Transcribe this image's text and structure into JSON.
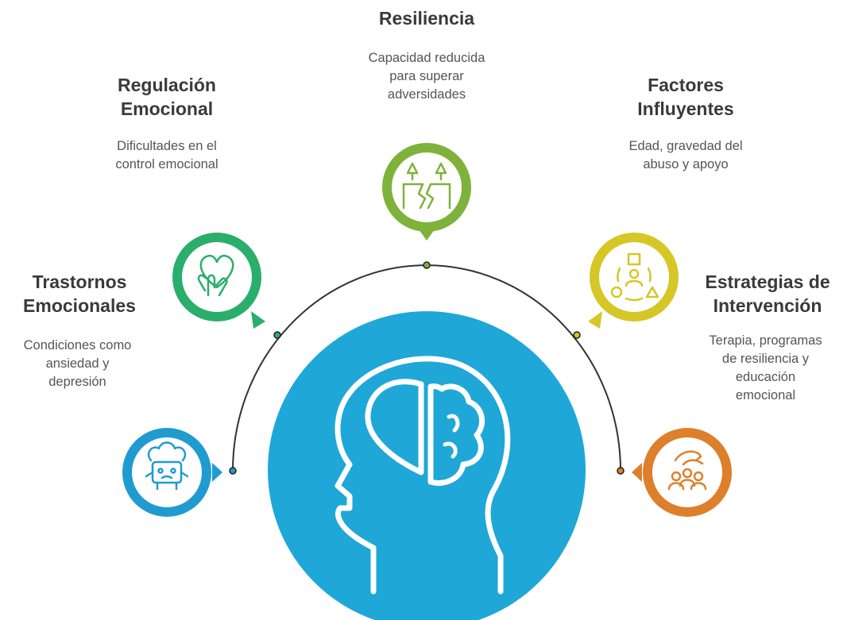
{
  "center": {
    "icon": "head-with-brain-icon",
    "color": "#1fa7d8"
  },
  "arc_color": "#333333",
  "items": [
    {
      "id": "trastornos",
      "title": [
        "Trastornos",
        "Emocionales"
      ],
      "description": [
        "Condiciones como",
        "ansiedad y",
        "depresión"
      ],
      "icon": "distressed-character-icon",
      "color": "#1f9bd0"
    },
    {
      "id": "regulacion",
      "title": [
        "Regulación",
        "Emocional"
      ],
      "description": [
        "Dificultades en el",
        "control emocional"
      ],
      "icon": "heart-hand-icon",
      "color": "#2aae6b"
    },
    {
      "id": "resiliencia",
      "title": [
        "Resiliencia"
      ],
      "description": [
        "Capacidad reducida",
        "para superar",
        "adversidades"
      ],
      "icon": "broken-bridge-icon",
      "color": "#7fb23a"
    },
    {
      "id": "factores",
      "title": [
        "Factores",
        "Influyentes"
      ],
      "description": [
        "Edad, gravedad del",
        "abuso y apoyo"
      ],
      "icon": "shapes-cycle-person-icon",
      "color": "#d6c626"
    },
    {
      "id": "estrategias",
      "title": [
        "Estrategias de",
        "Intervención"
      ],
      "description": [
        "Terapia, programas",
        "de resiliencia y",
        "educación",
        "emocional"
      ],
      "icon": "group-support-icon",
      "color": "#dd7f2b"
    }
  ]
}
